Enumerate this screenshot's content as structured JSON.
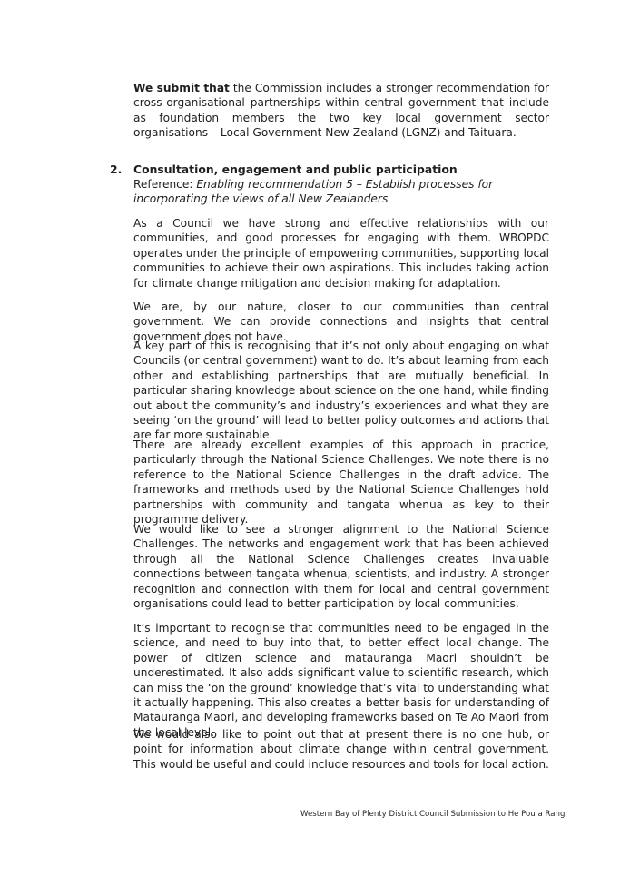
{
  "intro": {
    "lead": "We submit that",
    "text": " the Commission includes a stronger recommendation for cross-organisational partnerships within central government that include as foundation members the two key local government sector organisations – Local Government New Zealand (LGNZ) and Taituara."
  },
  "section": {
    "number": "2.",
    "title": "Consultation, engagement and public participation",
    "reference_label": "Reference: ",
    "reference_text": "Enabling recommendation 5 – Establish processes for incorporating the views of all New Zealanders"
  },
  "paragraphs": [
    "As a Council we have strong and effective relationships with our communities, and good processes for engaging with them. WBOPDC operates under the principle of empowering communities, supporting local communities to achieve their own aspirations.  This includes taking action for climate change mitigation and decision making for adaptation.",
    "We are, by our nature, closer to our communities than central government. We can provide connections and insights that central government does not have.",
    "A key part of this is recognising that it’s not only about engaging on what Councils (or central government) want to do.  It’s about learning from each other and establishing partnerships that are mutually beneficial.  In particular sharing knowledge about science on the one hand, while finding out about the community’s and industry’s experiences and what they are seeing ‘on the ground’ will lead to better policy outcomes and actions that are far more sustainable.",
    "There are already excellent examples of this approach in practice, particularly through the National Science Challenges. We note there is no reference to the National Science Challenges in the draft advice. The frameworks and methods used by the National Science Challenges hold partnerships with community and tangata whenua as key to their programme delivery.",
    "We would like to see a stronger alignment to the National Science Challenges. The networks and engagement work that has been achieved through all the National Science Challenges creates invaluable connections between tangata whenua, scientists, and industry.  A stronger recognition and connection with them for local and central government organisations could lead to better participation by local communities.",
    "It’s important to recognise that communities need to be engaged in the science, and need to buy into that, to better effect local change.  The power of citizen science and matauranga Maori shouldn’t be underestimated.   It also adds significant value to scientific research, which can miss the ‘on the ground’ knowledge that’s vital to understanding what it actually happening.  This also creates a better basis for understanding of Matauranga Maori, and developing frameworks based on Te Ao Maori from the local level.",
    "We would also like to point out that at present there is no one hub, or point for information about climate change within central government. This would be useful and could include resources and tools for local action."
  ],
  "footer": {
    "text": "Western Bay of Plenty District Council Submission to He Pou a Rangi"
  }
}
